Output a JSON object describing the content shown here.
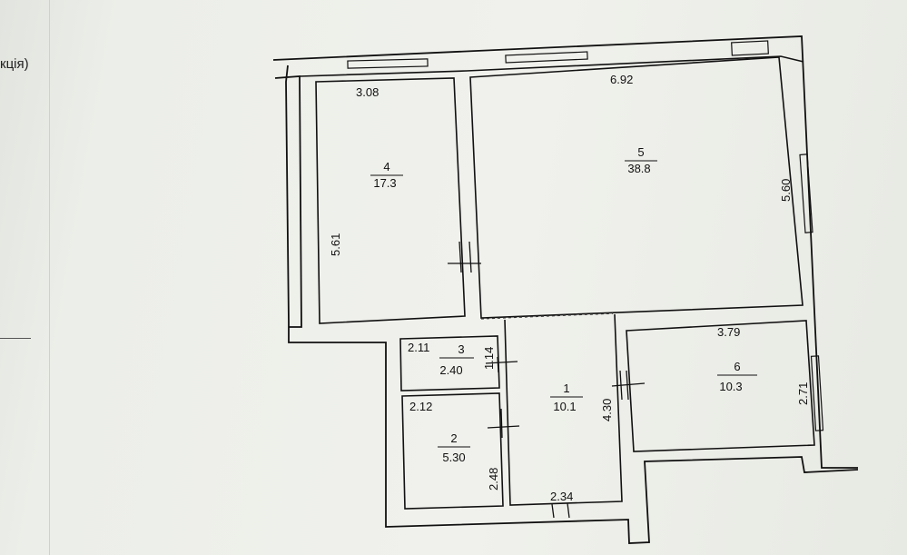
{
  "corner_caption": "кція)",
  "rooms": [
    {
      "number": "1",
      "area": "10.1"
    },
    {
      "number": "2",
      "area": "5.30"
    },
    {
      "number": "3",
      "area": "2.40"
    },
    {
      "number": "4",
      "area": "17.3"
    },
    {
      "number": "5",
      "area": "38.8"
    },
    {
      "number": "6",
      "area": "10.3"
    }
  ],
  "dimensions": {
    "room4_width": "3.08",
    "room4_length": "5.61",
    "room5_width": "6.92",
    "room5_length": "5.60",
    "room3_width": "2.11",
    "room3_length": "1.14",
    "room2_width": "2.12",
    "room2_length": "2.48",
    "room1_width": "2.34",
    "room1_length": "4.30",
    "room6_width": "3.79",
    "room6_length": "2.71"
  }
}
